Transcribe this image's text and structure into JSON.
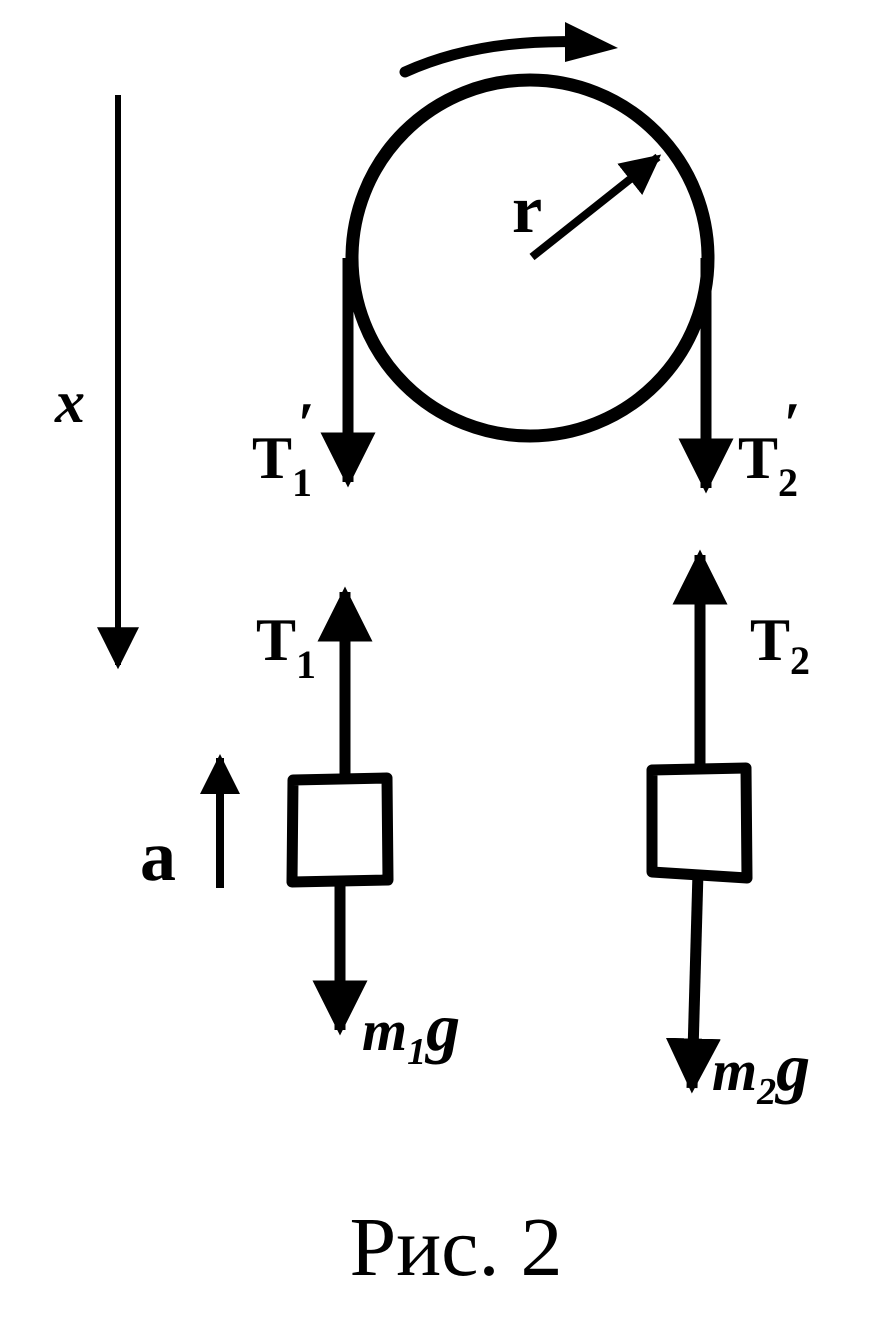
{
  "labels": {
    "x_axis": "x",
    "radius": "r",
    "t1_prime": "T",
    "t1_prime_sub": "1",
    "t1_prime_mark": "′",
    "t2_prime": "T",
    "t2_prime_sub": "2",
    "t2_prime_mark": "′",
    "t1": "T",
    "t1_sub": "1",
    "t2": "T",
    "t2_sub": "2",
    "acceleration": "a",
    "m1g_m": "m",
    "m1g_sub": "1",
    "m1g_g": "g",
    "m2g_m": "m",
    "m2g_sub": "2",
    "m2g_g": "g"
  },
  "caption": "Рис. 2"
}
